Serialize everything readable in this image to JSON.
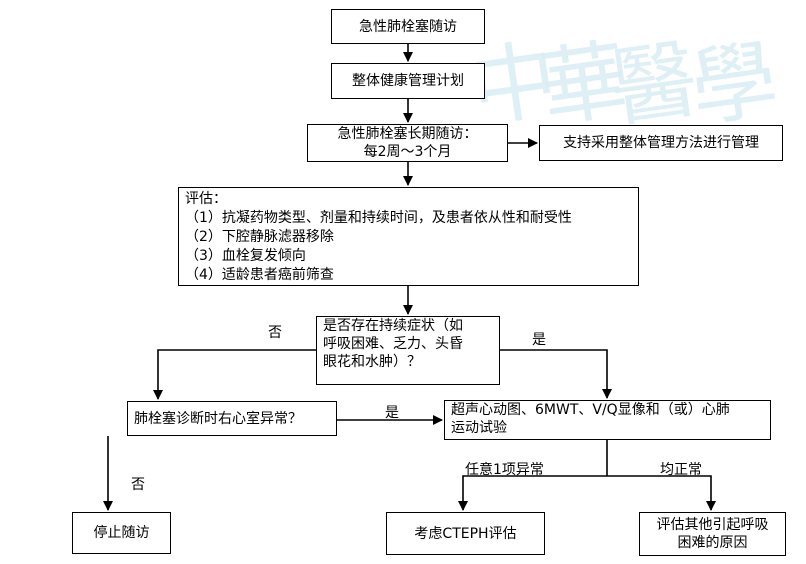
{
  "watermark": {
    "chars": [
      "中",
      "華",
      "醫",
      "學"
    ],
    "color": "#d9eef4"
  },
  "nodes": {
    "followup": "急性肺栓塞随访",
    "plan": "整体健康管理计划",
    "longterm": {
      "line1": "急性肺栓塞长期随访：",
      "line2": "每2周～3个月"
    },
    "support": "支持采用整体管理方法进行管理",
    "evaluation": {
      "title": "评估：",
      "items": [
        "（1）抗凝药物类型、剂量和持续时间，及患者依从性和耐受性",
        "（2）下腔静脉滤器移除",
        "（3）血栓复发倾向",
        "（4）适龄患者癌前筛查"
      ]
    },
    "symptoms": {
      "line1": "是否存在持续症状（如",
      "line2": "呼吸困难、乏力、头昏",
      "line3": "眼花和水肿）？"
    },
    "rv_abnormal": "肺栓塞诊断时右心室异常？",
    "tests": {
      "line1": "超声心动图、6MWT、V/Q显像和（或）心肺",
      "line2": "运动试验"
    },
    "stop": "停止随访",
    "cteph": "考虑CTEPH评估",
    "other_causes": {
      "line1": "评估其他引起呼吸",
      "line2": "困难的原因"
    }
  },
  "edge_labels": {
    "no_symptoms": "否",
    "yes_symptoms": "是",
    "yes_rv": "是",
    "no_rv": "否",
    "any_abnormal": "任意1项异常",
    "all_normal": "均正常"
  }
}
